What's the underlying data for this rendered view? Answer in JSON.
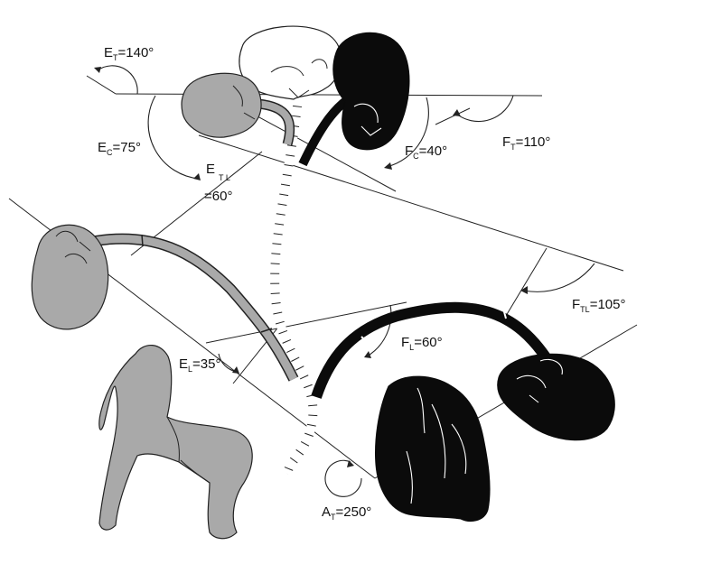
{
  "labels": {
    "e_t": {
      "main": "E",
      "sub": "T",
      "value": "=140°"
    },
    "e_c": {
      "main": "E",
      "sub": "C",
      "value": "=75°"
    },
    "e_tl": {
      "main": "E",
      "sub": "T L",
      "value": "=60°"
    },
    "e_l": {
      "main": "E",
      "sub": "L",
      "value": "=35°"
    },
    "f_c": {
      "main": "F",
      "sub": "C",
      "value": "=40°"
    },
    "f_t": {
      "main": "F",
      "sub": "T",
      "value": "=110°"
    },
    "f_tl": {
      "main": "F",
      "sub": "TL",
      "value": "=105°"
    },
    "f_l": {
      "main": "F",
      "sub": "L",
      "value": "=60°"
    },
    "a_t": {
      "main": "A",
      "sub": "T",
      "value": "=250°"
    }
  },
  "colors": {
    "extension": "#a9a9a9",
    "flexion": "#0b0b0b",
    "neutral": "#ffffff",
    "line": "#222222"
  }
}
